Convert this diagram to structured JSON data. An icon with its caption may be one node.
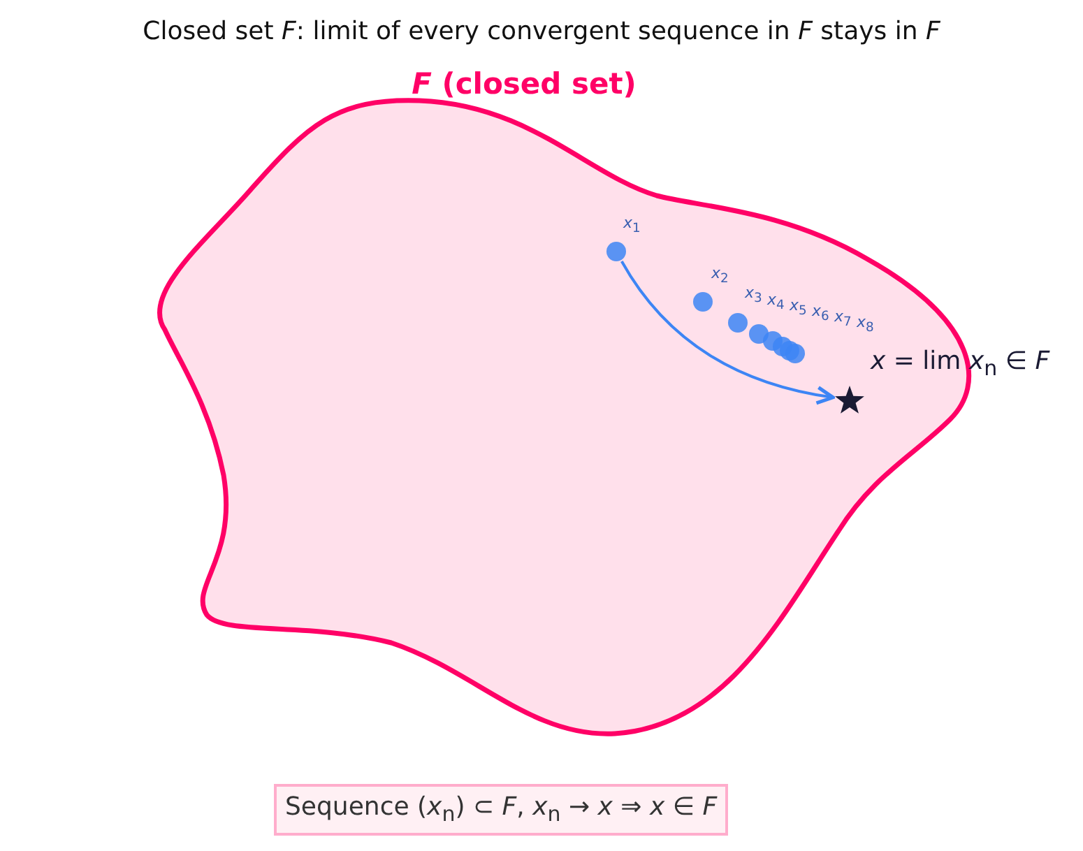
{
  "diagram": {
    "title": "Closed set *F*: limit of every convergent sequence in *F* stays in *F*",
    "caption": "Sequence (*x*$_{n}$) ⊂ *F*, *x*$_{n}$ → *x*  ⇒  *x* ∈ *F*",
    "nodes": [
      {
        "text": [
          "*F* (closed set)"
        ]
      },
      {
        "text": [],
        "shape": "circle",
        "beside": [
          "*x*$_{1}$"
        ],
        "in": 0
      },
      {
        "text": [],
        "shape": "circle",
        "beside": [
          "*x*$_{2}$"
        ],
        "in": 0
      },
      {
        "text": [],
        "shape": "circle",
        "beside": [
          "*x*$_{3}$"
        ],
        "in": 0
      },
      {
        "text": [],
        "shape": "circle",
        "beside": [
          "*x*$_{4}$"
        ],
        "in": 0
      },
      {
        "text": [],
        "shape": "circle",
        "beside": [
          "*x*$_{5}$"
        ],
        "in": 0
      },
      {
        "text": [],
        "shape": "circle",
        "beside": [
          "*x*$_{6}$"
        ],
        "in": 0
      },
      {
        "text": [],
        "shape": "circle",
        "beside": [
          "*x*$_{7}$"
        ],
        "in": 0
      },
      {
        "text": [],
        "shape": "circle",
        "beside": [
          "*x*$_{8}$"
        ],
        "in": 0
      },
      {
        "text": [],
        "shape": "star",
        "beside": [
          "*x* = lim *x*$_{n}$ ∈ *F*"
        ],
        "in": 0
      }
    ],
    "edges": [
      {
        "from": 1,
        "to": 9,
        "arrow": "to"
      }
    ]
  }
}
